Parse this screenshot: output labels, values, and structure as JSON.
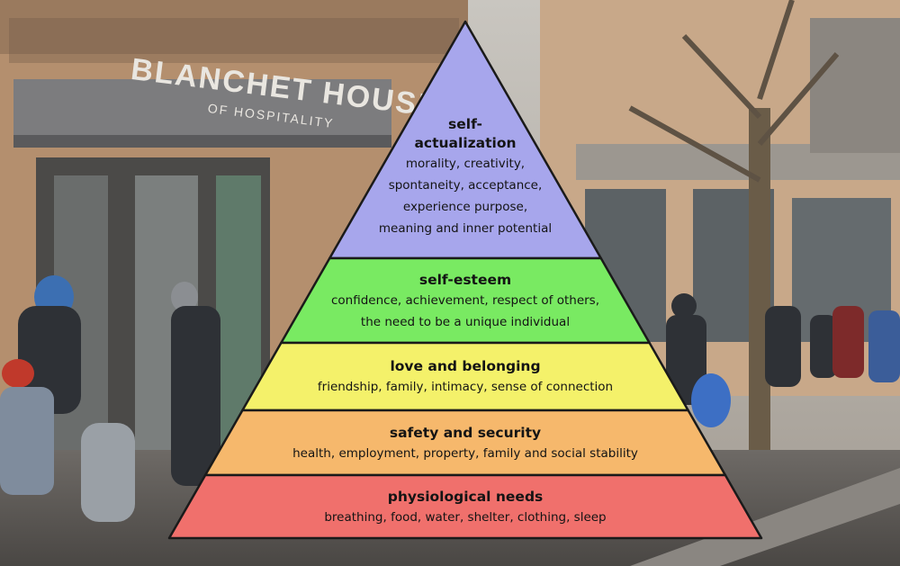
{
  "background": {
    "sign_main": "BLANCHET HOUSE",
    "sign_sub": "OF HOSPITALITY"
  },
  "pyramid": {
    "tiers": [
      {
        "title": "self-\nactualization",
        "description": "morality, creativity,\nspontaneity, acceptance,\nexperience purpose,\nmeaning and inner potential",
        "color": "#a7a6ec"
      },
      {
        "title": "self-esteem",
        "description": "confidence, achievement, respect of others,\nthe need to be a unique individual",
        "color": "#79ea62"
      },
      {
        "title": "love and belonging",
        "description": "friendship, family, intimacy, sense of connection",
        "color": "#f4f16a"
      },
      {
        "title": "safety and security",
        "description": "health, employment, property, family and social stability",
        "color": "#f6b86c"
      },
      {
        "title": "physiological needs",
        "description": "breathing, food, water, shelter, clothing, sleep",
        "color": "#f0706c"
      }
    ]
  }
}
